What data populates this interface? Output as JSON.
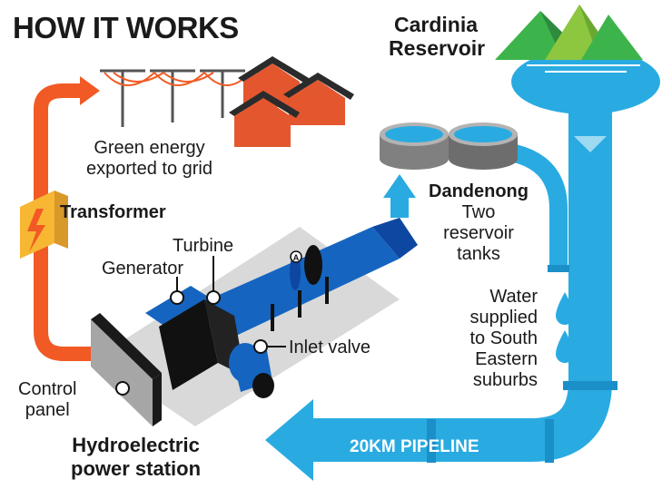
{
  "title": "HOW IT WORKS",
  "labels": {
    "reservoir_line1": "Cardinia",
    "reservoir_line2": "Reservoir",
    "grid_line1": "Green energy",
    "grid_line2": "exported to grid",
    "transformer": "Transformer",
    "dandenong": "Dandenong",
    "tanks_line1": "Two",
    "tanks_line2": "reservoir",
    "tanks_line3": "tanks",
    "turbine": "Turbine",
    "generator": "Generator",
    "inlet_valve": "Inlet valve",
    "control_line1": "Control",
    "control_line2": "panel",
    "station_line1": "Hydroelectric",
    "station_line2": "power station",
    "water_line1": "Water",
    "water_line2": "supplied",
    "water_line3": "to South",
    "water_line4": "Eastern",
    "water_line5": "suburbs",
    "pipeline": "20KM PIPELINE",
    "circle_a": "A"
  },
  "colors": {
    "water_blue": "#29abe2",
    "pipe_blue": "#1565c0",
    "energy_orange": "#f15a24",
    "house_red": "#e4572e",
    "mountain_green": "#3cb44b",
    "tank_gray": "#808080",
    "ink": "#1a1a1a"
  }
}
